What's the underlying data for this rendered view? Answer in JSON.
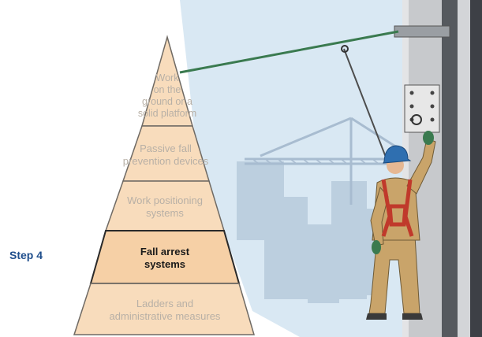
{
  "step_label": "Step 4",
  "pyramid_levels": [
    {
      "label": "Work\non the\nground or a\nsolid platform",
      "active": false
    },
    {
      "label": "Passive fall\nprevention devices",
      "active": false
    },
    {
      "label": "Work positioning\nsystems",
      "active": false
    },
    {
      "label": "Fall arrest\nsystems",
      "active": true
    },
    {
      "label": "Ladders and\nadministrative measures",
      "active": false
    }
  ],
  "colors": {
    "pyramid_fill": "#f8dcbc",
    "pyramid_active_fill": "#f6d0a6",
    "pyramid_border": "#6f6a64",
    "step_label": "#1f4e8c",
    "sky": "#d9e8f3",
    "building": "#bccfdf",
    "crane": "#a8bcd0",
    "beam": "#c7c9cc",
    "lifeline": "#3a7a4f",
    "coverall": "#c9a46a",
    "harness": "#c0392b",
    "helmet": "#2f6fb0"
  }
}
